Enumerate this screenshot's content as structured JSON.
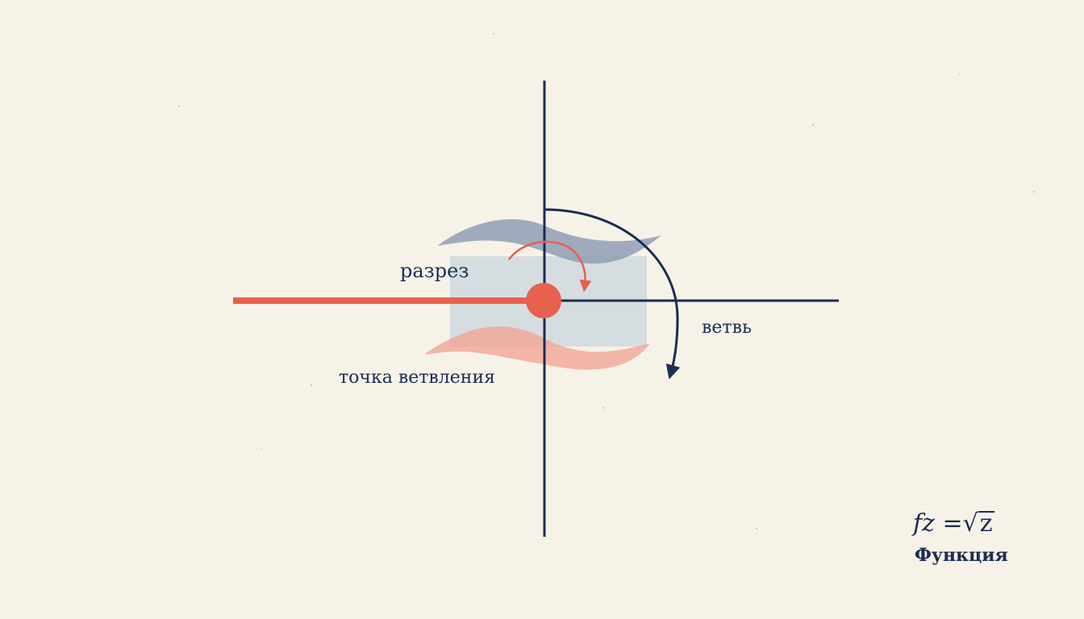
{
  "labels": {
    "cut": "разрез",
    "branch": "ветвь",
    "branch_point": "точка ветвления"
  },
  "formula": {
    "lhs": "fz",
    "equals": "=",
    "radical": "√",
    "radicand": "z",
    "caption": "Функция"
  },
  "colors": {
    "background": "#f6f2e8",
    "axis": "#1c2c52",
    "cut": "#e8604e",
    "sheet_top": "#8f9fb5",
    "sheet_middle": "#c9d6dd",
    "sheet_bottom": "#f2a596"
  }
}
